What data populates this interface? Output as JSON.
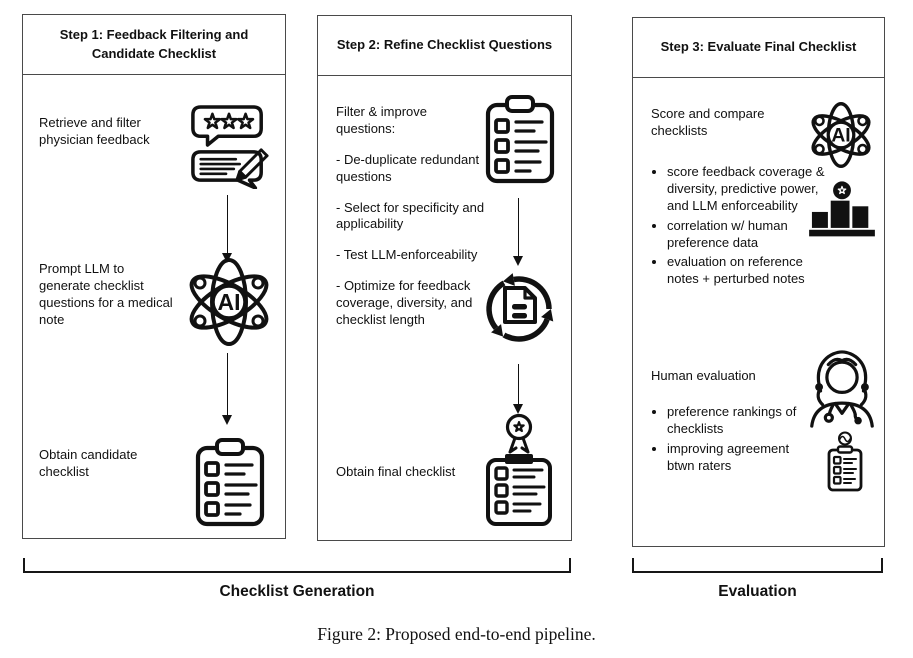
{
  "ai_label": "AI",
  "caption": "Figure 2: Proposed end-to-end pipeline.",
  "group_labels": {
    "generation": "Checklist Generation",
    "evaluation": "Evaluation"
  },
  "step1": {
    "title": "Step 1: Feedback Filtering and Candidate Checklist",
    "item1": "Retrieve and filter physician feedback",
    "item2": "Prompt LLM to generate checklist questions for a medical note",
    "item3": "Obtain candidate checklist"
  },
  "step2": {
    "title": "Step 2: Refine Checklist Questions",
    "intro": "Filter & improve questions:",
    "bullets": [
      "- De-duplicate redundant questions",
      "- Select for specificity and applicability",
      "- Test LLM-enforceability",
      "- Optimize for feedback coverage, diversity, and checklist length"
    ],
    "outcome": "Obtain final checklist"
  },
  "step3": {
    "title": "Step 3: Evaluate Final Checklist",
    "auto_heading": "Score and compare checklists",
    "auto_bullets": [
      "score feedback coverage & diversity, predictive power, and LLM enforceability",
      "correlation w/ human preference data",
      "evaluation on reference notes + perturbed notes"
    ],
    "human_heading": "Human evaluation",
    "human_bullets": [
      "preference rankings of checklists",
      "improving agreement btwn raters"
    ]
  },
  "icons": {
    "physician_feedback_icon": "speech-bubble-with-stars+note-with-pencil",
    "ai_llm_icon": "atom-orbits-AI",
    "candidate_checklist_icon": "clipboard-checklist",
    "questions_checklist_icon": "clipboard-checklist",
    "iterate_refine_icon": "document-with-cycle-arrows",
    "final_checklist_award_icon": "clipboard-checklist-with-award-ribbon",
    "score_ai_icon": "atom-orbits-AI",
    "ranking_bars_icon": "bar-chart-with-star-medal",
    "physician_icon": "female-clinician-with-stethoscope",
    "rater_checklist_icon": "brain-over-clipboard"
  }
}
